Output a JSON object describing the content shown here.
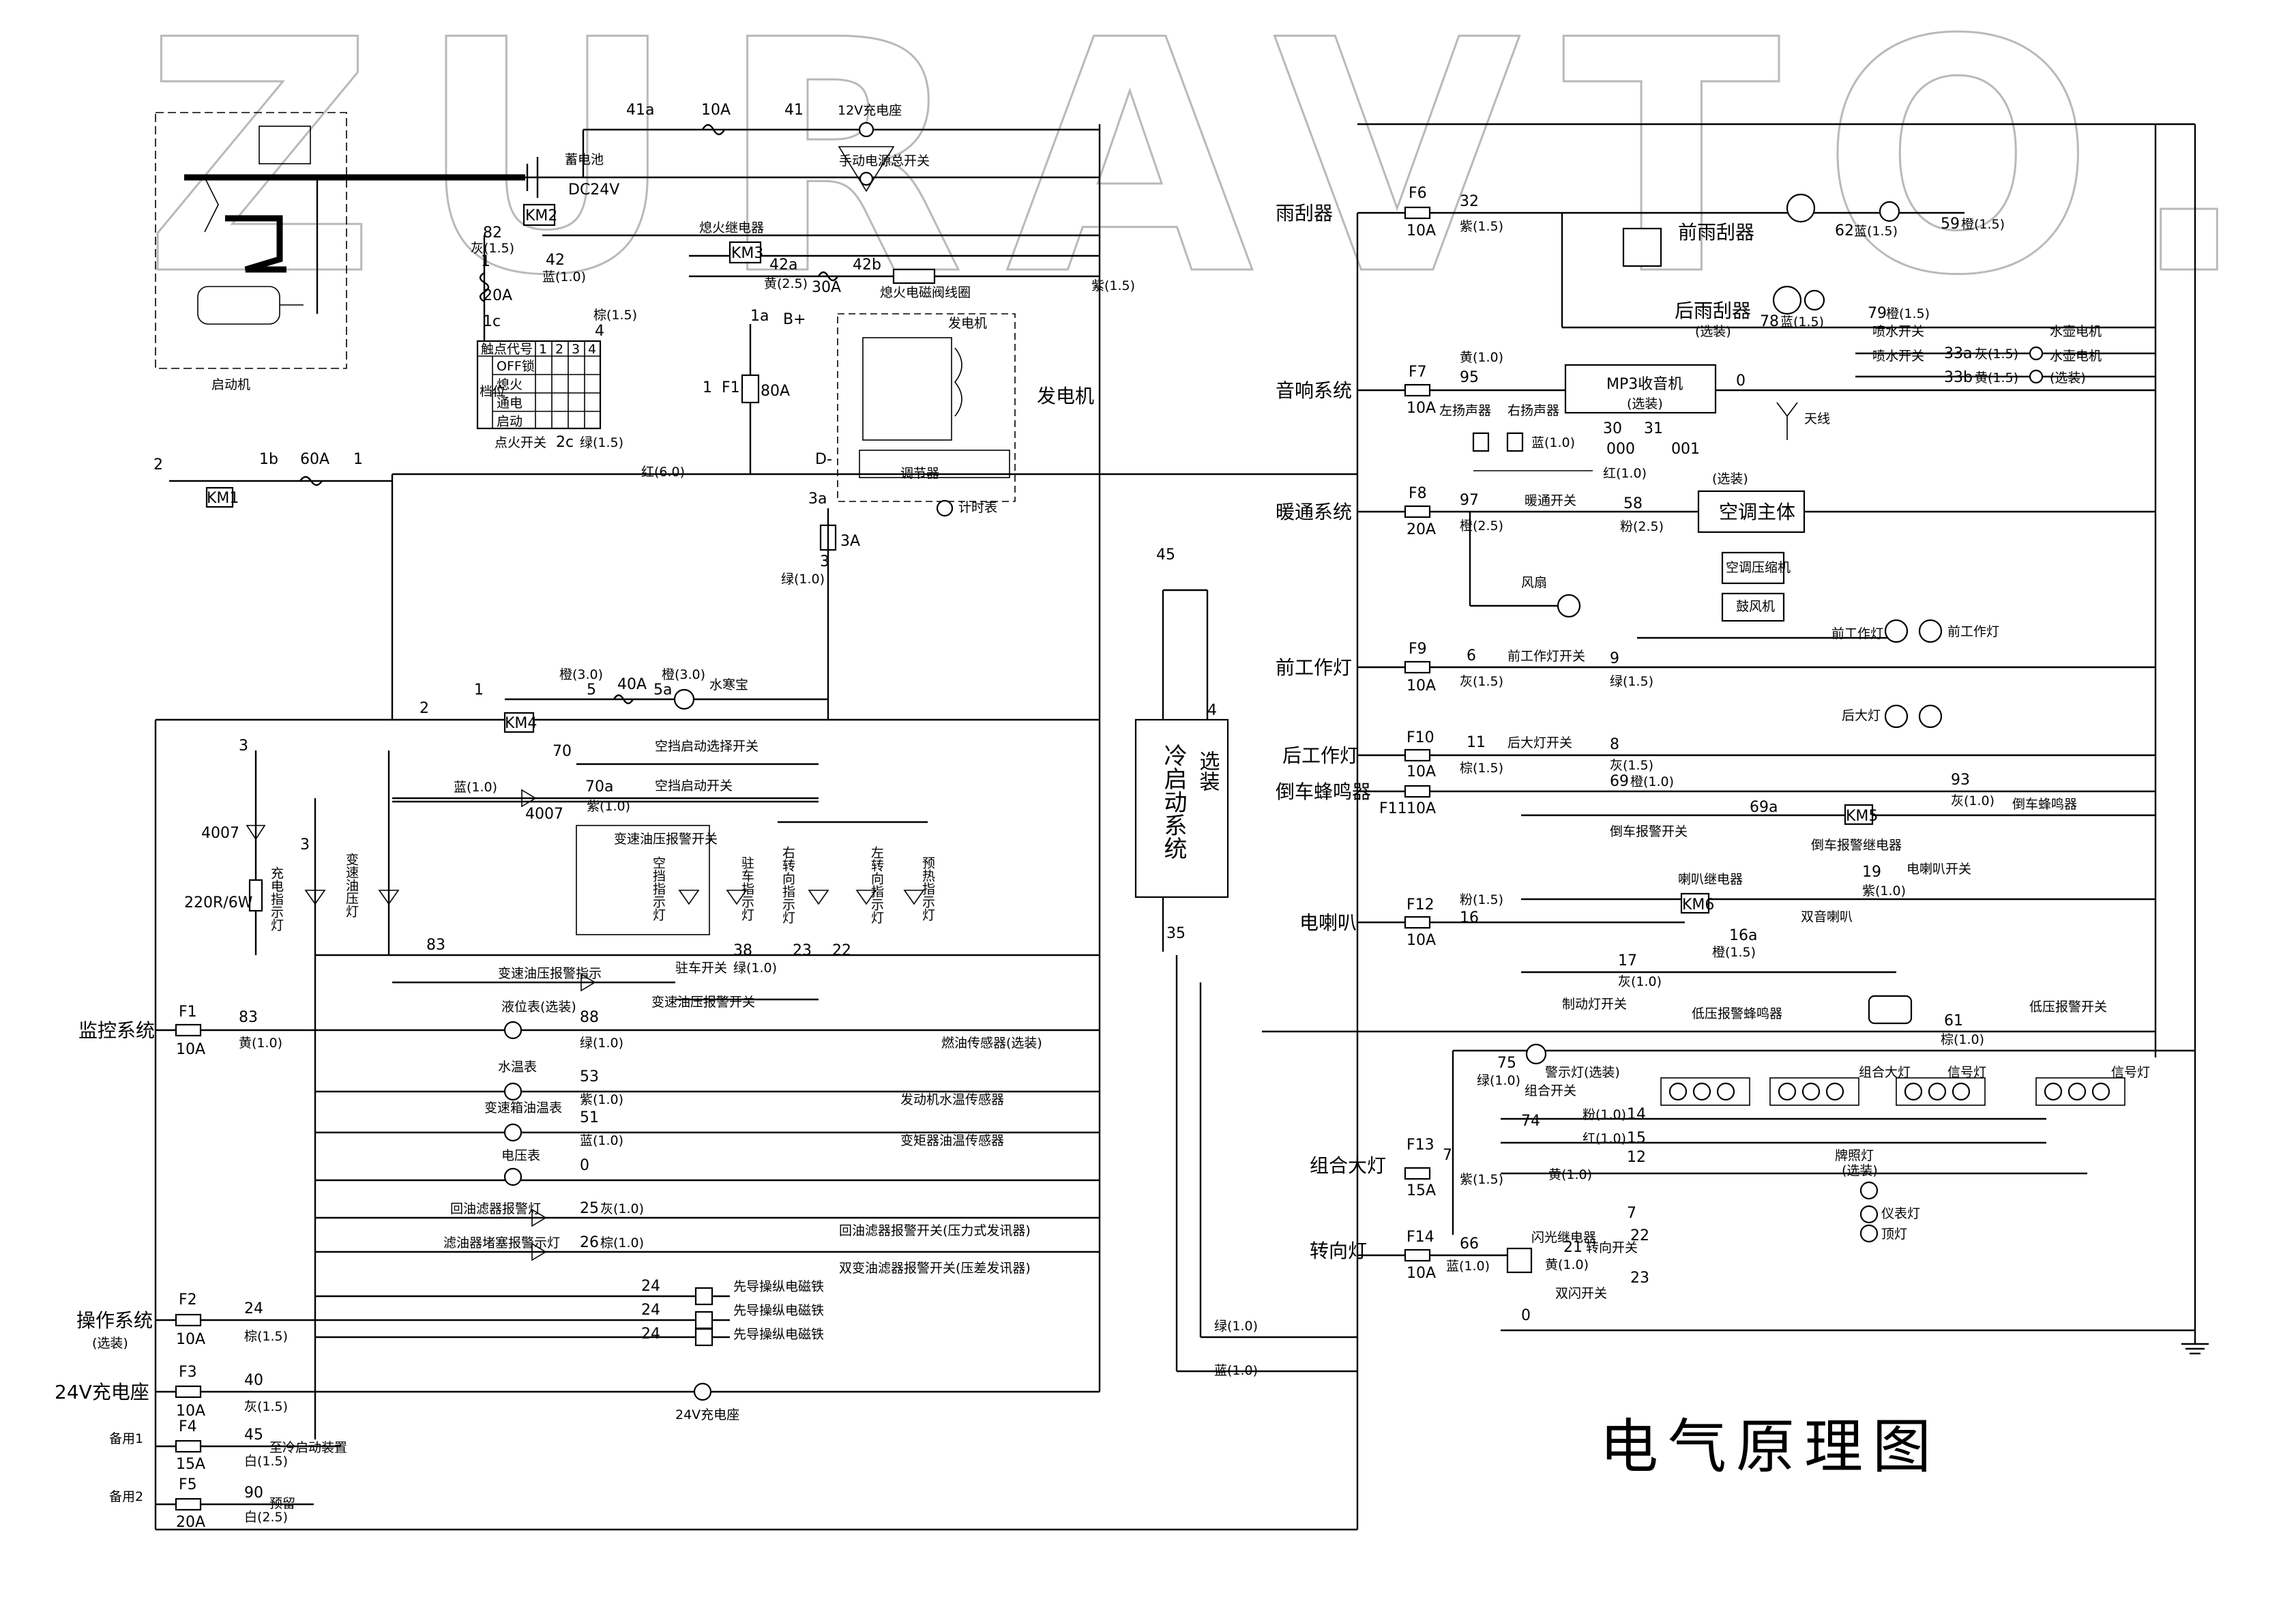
{
  "title": "电气原理图",
  "watermark": "ZURAVTO.RU",
  "left_groups": [
    {
      "label": "监控系统",
      "fuse": "F1",
      "rating": "10A",
      "wire": "83",
      "color": "黄(1.0)"
    },
    {
      "label": "操作系统",
      "sub": "(选装)",
      "fuse": "F2",
      "rating": "10A",
      "wire": "24",
      "color": "棕(1.5)"
    },
    {
      "label": "24V充电座",
      "fuse": "F3",
      "rating": "10A",
      "wire": "40",
      "color": "灰(1.5)"
    },
    {
      "label": "备用1",
      "fuse": "F4",
      "rating": "15A",
      "wire": "45",
      "color": "白(1.5)",
      "note": "至冷启动装置"
    },
    {
      "label": "备用2",
      "fuse": "F5",
      "rating": "20A",
      "wire": "90",
      "color": "白(2.5)",
      "note": "预留"
    }
  ],
  "right_groups": [
    {
      "label": "雨刮器",
      "fuse": "F6",
      "rating": "10A",
      "wire": "32",
      "color": "紫(1.5)"
    },
    {
      "label": "音响系统",
      "fuse": "F7",
      "rating": "10A",
      "wire": "95",
      "color": "黄(1.0)"
    },
    {
      "label": "暖通系统",
      "fuse": "F8",
      "rating": "20A",
      "wire": "97",
      "color": "橙(2.5)"
    },
    {
      "label": "前工作灯",
      "fuse": "F9",
      "rating": "10A",
      "wire": "6",
      "color": "灰(1.5)"
    },
    {
      "label": "后工作灯",
      "fuse": "F10",
      "rating": "10A",
      "wire": "11",
      "color": "棕(1.5)"
    },
    {
      "label": "倒车蜂鸣器",
      "fuse": "F11",
      "rating": "10A",
      "wire": "",
      "color": ""
    },
    {
      "label": "电喇叭",
      "fuse": "F12",
      "rating": "10A",
      "wire": "16",
      "color": "粉(1.5)"
    },
    {
      "label": "组合大灯",
      "fuse": "F13",
      "rating": "15A",
      "wire": "7",
      "color": "紫(1.5)"
    },
    {
      "label": "转向灯",
      "fuse": "F14",
      "rating": "10A",
      "wire": "66",
      "color": "蓝(1.0)"
    }
  ],
  "power": {
    "starter": "启动机",
    "battery": "蓄电池",
    "battery_voltage": "DC24V",
    "socket12": "12V充电座",
    "master_switch": "手动电源总开关",
    "fuse_top": "10A",
    "wire_41a": "41a",
    "wire_41": "41",
    "km1": "KM1",
    "km2": "KM2",
    "km3": "KM3",
    "km4": "KM4",
    "flameout_relay": "熄火继电器",
    "flameout_coil": "熄火电磁阀线圈",
    "w82": "82",
    "w82c": "灰(1.5)",
    "w42": "42",
    "w42c": "蓝(1.0)",
    "w42a": "42a",
    "w42ac": "黄(2.5)",
    "f30": "30A",
    "w42b": "42b",
    "w1": "1",
    "f20": "20A",
    "w1c": "1c",
    "w4": "4",
    "w4c": "棕(1.5)",
    "w2c": "2c",
    "w2cc": "绿(1.5)",
    "key_switch": "点火开关",
    "key_table": {
      "header": [
        "触点代号",
        "1",
        "2",
        "3",
        "4"
      ],
      "side": "档位",
      "rows": [
        "OFF锁",
        "熄火",
        "通电",
        "启动"
      ]
    },
    "red60": "红(6.0)",
    "purple15": "紫(1.5)",
    "w1a": "1a",
    "bplus": "B+",
    "f1_main": "F1",
    "f80": "80A",
    "w1_main": "1",
    "generator_box": "发电机",
    "generator": "发电机",
    "regulator": "调节器",
    "dminus": "D-",
    "hour_meter": "计时表",
    "w3a": "3a",
    "f3a": "3A",
    "w3": "3",
    "w3c": "绿(1.0)",
    "w2": "2",
    "w1b": "1b",
    "f60": "60A",
    "w1_bus": "1",
    "w1_km4": "1",
    "w2_km4": "2",
    "w5": "5",
    "w5c": "橙(3.0)",
    "f40": "40A",
    "w5a": "5a",
    "w5ac": "橙(3.0)",
    "water_heater": "水寒宝",
    "cold_start": "冷启动系统",
    "cold_start_opt": "选装",
    "w45": "45",
    "w4_cs": "4",
    "w35": "35"
  },
  "indicators": {
    "w3_ind": "3",
    "d4007": "4007",
    "r220": "220R/6W",
    "w3_ind2": "3",
    "charge": "充电指示灯",
    "trans_oil": "变速油压灯",
    "w70": "70",
    "ac_auto_sel": "空挡启动选择开关",
    "w70a": "70a",
    "ac_auto_sw": "空挡启动开关",
    "blue10": "蓝(1.0)",
    "purple10": "紫(1.0)",
    "d4007b": "4007",
    "trans_alarm_sw": "变速油压报警开关",
    "neutral_ind": "空挡指示灯",
    "park_ind": "驻车指示灯",
    "right_turn": "右转向指示灯",
    "left_turn": "左转向指示灯",
    "preheat": "预热指示灯",
    "w83": "83",
    "w38": "38",
    "w38c": "绿(1.0)",
    "park_sw": "驻车开关",
    "w23": "23",
    "w22": "22",
    "trans_alarm_ind": "变速油压报警指示",
    "trans_alarm_sw2": "变速油压报警开关"
  },
  "monitor": {
    "fuel_gauge": "液位表(选装)",
    "w88": "88",
    "w88c": "绿(1.0)",
    "fuel_sensor": "燃油传感器(选装)",
    "water_gauge": "水温表",
    "w53": "53",
    "w53c": "紫(1.0)",
    "water_sensor": "发动机水温传感器",
    "oil_gauge": "变速箱油温表",
    "w51": "51",
    "w51c": "蓝(1.0)",
    "oil_sensor": "变矩器油温传感器",
    "volt_gauge": "电压表",
    "w0": "0",
    "ret_filter_lamp": "回油滤器报警灯",
    "w25": "25",
    "w25c": "灰(1.0)",
    "ret_filter_sw": "回油滤器报警开关(压力式发讯器)",
    "flow_filter_lamp": "滤油器堵塞报警示灯",
    "w26": "26",
    "w26c": "棕(1.0)",
    "dual_filter_sw": "双变油滤器报警开关(压差发讯器)"
  },
  "operation": {
    "w24a": "24",
    "w24b": "24",
    "w24c": "24",
    "pilot1": "先导操纵电磁铁",
    "pilot2": "先导操纵电磁铁",
    "pilot3": "先导操纵电磁铁",
    "socket24": "24V充电座"
  },
  "right": {
    "front_wiper": "前雨刮器",
    "rear_wiper": "后雨刮器",
    "optional": "(选装)",
    "w62": "62",
    "w62c": "蓝(1.5)",
    "w59": "59",
    "w59c": "橙(1.5)",
    "w78": "78",
    "w78c": "蓝(1.5)",
    "w79": "79",
    "w79c": "橙(1.5)",
    "spray_sw1": "喷水开关",
    "spray_sw2": "喷水开关",
    "w33a": "33a",
    "w33ac": "灰(1.5)",
    "w33b": "33b",
    "w33bc": "黄(1.5)",
    "pump1": "水壶电机",
    "pump2": "水壶电机",
    "pump_opt": "(选装)",
    "mp3": "MP3收音机",
    "w0_ant": "0",
    "antenna": "天线",
    "left_spk": "左扬声器",
    "right_spk": "右扬声器",
    "w30": "30",
    "w30c": "蓝(1.0)",
    "w000": "000",
    "w31": "31",
    "w31c": "红(1.0)",
    "w001": "001",
    "hvac_sw": "暖通开关",
    "w58": "58",
    "w58c": "粉(2.5)",
    "ac_opt": "(选装)",
    "ac_main": "空调主体",
    "ac_comp": "空调压缩机",
    "blower": "鼓风机",
    "fan": "风扇",
    "front_lamp": "前工作灯",
    "front_lamp_label": "前工作灯",
    "front_sw": "前工作灯开关",
    "w9": "9",
    "w9c": "绿(1.5)",
    "rear_lamp_label": "后大灯",
    "rear_sw": "后大灯开关",
    "w8": "8",
    "w8c": "灰(1.5)",
    "w69": "69",
    "w69c": "橙(1.0)",
    "w69a": "69a",
    "km5": "KM5",
    "km6": "KM6",
    "rev_sw": "倒车报警开关",
    "rev_relay": "倒车报警继电器",
    "w93": "93",
    "w93c": "灰(1.0)",
    "rev_buzzer": "倒车蜂鸣器",
    "horn_relay": "喇叭继电器",
    "horn_sw": "电喇叭开关",
    "w19": "19",
    "w19c": "紫(1.0)",
    "w16a": "16a",
    "w16ac": "橙(1.5)",
    "dual_horn": "双音喇叭",
    "brake_sw": "制动灯开关",
    "w17": "17",
    "w17c": "灰(1.0)",
    "low_buzzer": "低压报警蜂鸣器",
    "low_sw": "低压报警开关",
    "w61": "61",
    "w61c": "棕(1.0)",
    "w75": "75",
    "w75c": "绿(1.0)",
    "warn_lamp": "警示灯(选装)",
    "combo_sw": "组合开关",
    "w74": "74",
    "w14": "14",
    "w14c": "粉(1.0)",
    "w15": "15",
    "w15c": "红(1.0)",
    "w12": "12",
    "w12c": "黄(1.0)",
    "combo_lamp1": "组合大灯",
    "signal1": "信号灯",
    "signal2": "信号灯",
    "plate_lamp": "牌照灯",
    "plate_opt": "(选装)",
    "panel_lamp": "仪表灯",
    "top_lamp": "顶灯",
    "flash_relay": "闪光继电器",
    "w66c": "黄(1.0)",
    "w21": "21",
    "turn_sw": "转向开关",
    "w7b": "7",
    "w22r": "22",
    "w23r": "23",
    "hazard_sw": "双闪开关",
    "w0r": "0",
    "green10": "绿(1.0)",
    "blue10b": "蓝(1.0)",
    "purple15": "紫(1.5)"
  }
}
